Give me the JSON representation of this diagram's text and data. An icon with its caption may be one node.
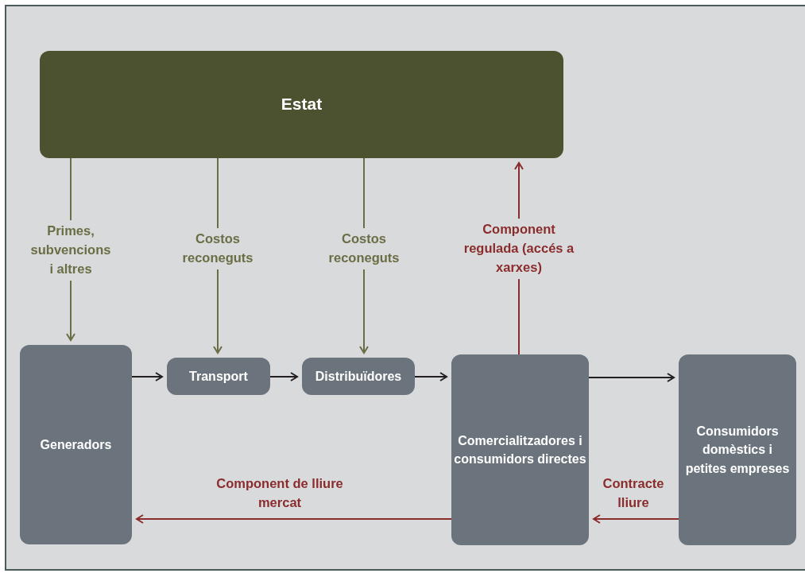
{
  "diagram": {
    "nodes": [
      {
        "text": [
          "Estat"
        ]
      },
      {
        "text": [
          "Generadors"
        ]
      },
      {
        "text": [
          "Transport"
        ]
      },
      {
        "text": [
          "Distribuïdores"
        ]
      },
      {
        "text": [
          "Comercialitzadores i consumidors directes"
        ]
      },
      {
        "text": [
          "Consumidors domèstics i petites empreses"
        ]
      }
    ],
    "edges": [
      {
        "from": 0,
        "to": 1,
        "arrow": "to",
        "label": "Primes, subvencions i altres",
        "color": "#6b6e45"
      },
      {
        "from": 0,
        "to": 2,
        "arrow": "to",
        "label": "Costos reconeguts",
        "color": "#6b6e45"
      },
      {
        "from": 0,
        "to": 3,
        "arrow": "to",
        "label": "Costos reconeguts",
        "color": "#6b6e45"
      },
      {
        "from": 4,
        "to": 0,
        "arrow": "to",
        "label": "Component regulada (accés a xarxes)",
        "color": "#8b2c2c"
      },
      {
        "from": 1,
        "to": 2,
        "arrow": "to"
      },
      {
        "from": 2,
        "to": 3,
        "arrow": "to"
      },
      {
        "from": 3,
        "to": 4,
        "arrow": "to"
      },
      {
        "from": 4,
        "to": 5,
        "arrow": "to"
      },
      {
        "from": 5,
        "to": 4,
        "arrow": "to",
        "label": "Contracte lliure",
        "color": "#8b2c2c"
      },
      {
        "from": 4,
        "to": 1,
        "arrow": "to",
        "label": "Component de lliure mercat",
        "color": "#8b2c2c"
      }
    ]
  }
}
